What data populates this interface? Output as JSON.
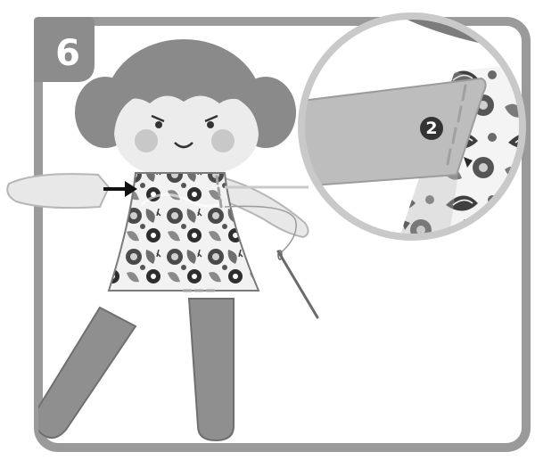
{
  "step": {
    "number": "6"
  },
  "callout": {
    "number": "2"
  },
  "colors": {
    "frame": "#9a9a9a",
    "frame_inner": "#ffffff",
    "badge": "#8c8c8c",
    "hair": "#8a8a8a",
    "face": "#ececec",
    "cheek": "#c8c8c8",
    "arm": "#e8e8e8",
    "leg": "#8f8f8f",
    "dress_base": "#f2f2f2",
    "zoom_border": "#c9c9c9",
    "zoom_fabric": "#bdbdbd",
    "stitch": "#a0a0a0",
    "arrow": "#111111"
  },
  "icons": [
    "step-badge",
    "arrow-icon",
    "needle-icon",
    "magnifier-callout"
  ]
}
